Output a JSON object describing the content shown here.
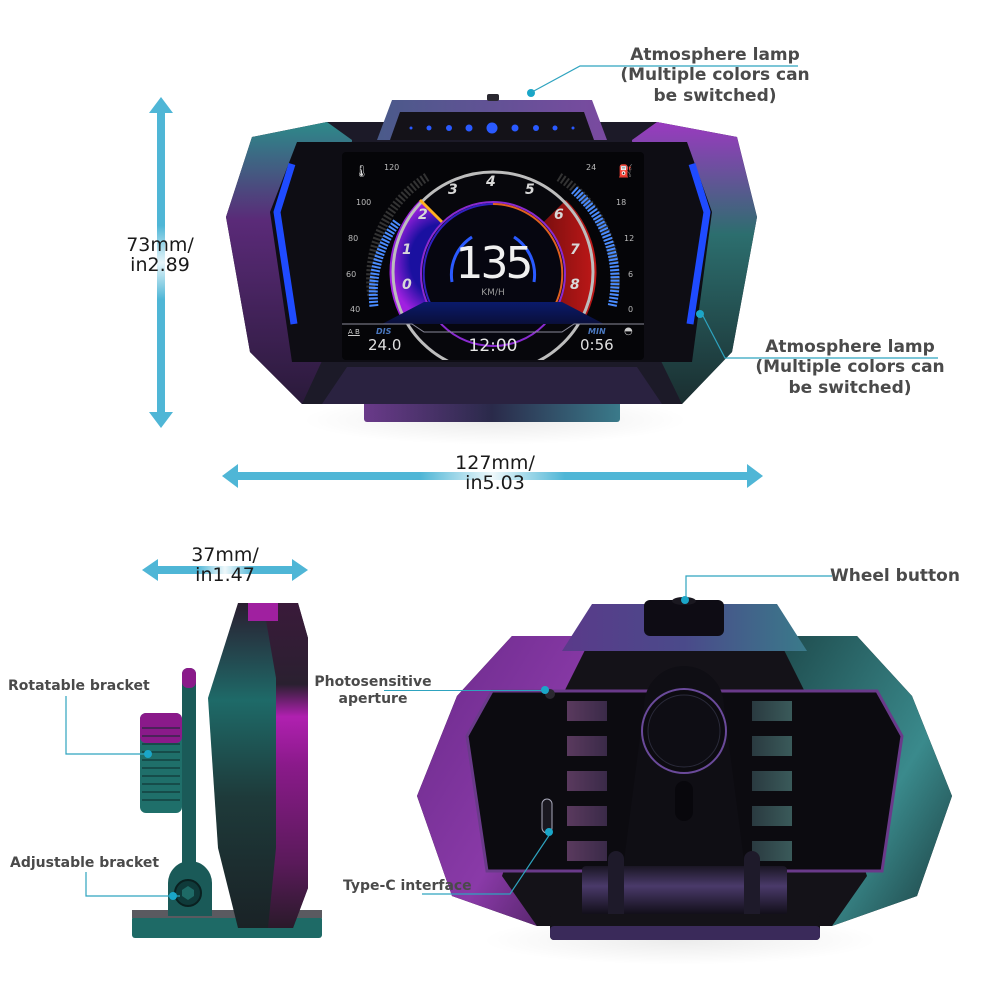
{
  "front_view": {
    "height_dimension": {
      "line1": "73mm/",
      "line2": "in2.89"
    },
    "width_dimension": {
      "line1": "127mm/",
      "line2": "in5.03"
    },
    "callouts": {
      "top_lamp": {
        "line1": "Atmosphere lamp",
        "line2": "(Multiple colors can",
        "line3": "be switched)"
      },
      "side_lamp": {
        "line1": "Atmosphere lamp",
        "line2": "(Multiple colors can",
        "line3": "be switched)"
      }
    },
    "screen": {
      "speed": "135",
      "speed_unit": "KM/H",
      "rpm_ticks": [
        "0",
        "1",
        "2",
        "3",
        "4",
        "5",
        "6",
        "7",
        "8"
      ],
      "left_gauge_ticks": [
        "120",
        "100",
        "80",
        "60",
        "40"
      ],
      "right_gauge_ticks": [
        "24",
        "18",
        "12",
        "6",
        "0"
      ],
      "dis_label": "DIS",
      "dis_value": "24.0",
      "clock": "12:00",
      "min_label": "MIN",
      "min_value": "0:56",
      "ab_label": "A B",
      "icons": [
        "coolant-temp-icon",
        "fuel-pump-icon",
        "trip-ab-icon",
        "speedometer-icon"
      ]
    },
    "lamp_color": "#1f4bff"
  },
  "side_view": {
    "depth_dimension": {
      "line1": "37mm/",
      "line2": "in1.47"
    },
    "callouts": {
      "rotatable": "Rotatable bracket",
      "adjustable": "Adjustable bracket"
    }
  },
  "back_view": {
    "callouts": {
      "wheel": "Wheel button",
      "photosensitive_line1": "Photosensitive",
      "photosensitive_line2": "aperture",
      "typec": "Type-C interface"
    }
  },
  "colors": {
    "accent_cyan": "#4fb6d6",
    "leader_line": "#2ea3bf",
    "label_text": "#4a4a4a",
    "body_purple": "#6a2a8a",
    "body_teal": "#1f6f6a"
  }
}
